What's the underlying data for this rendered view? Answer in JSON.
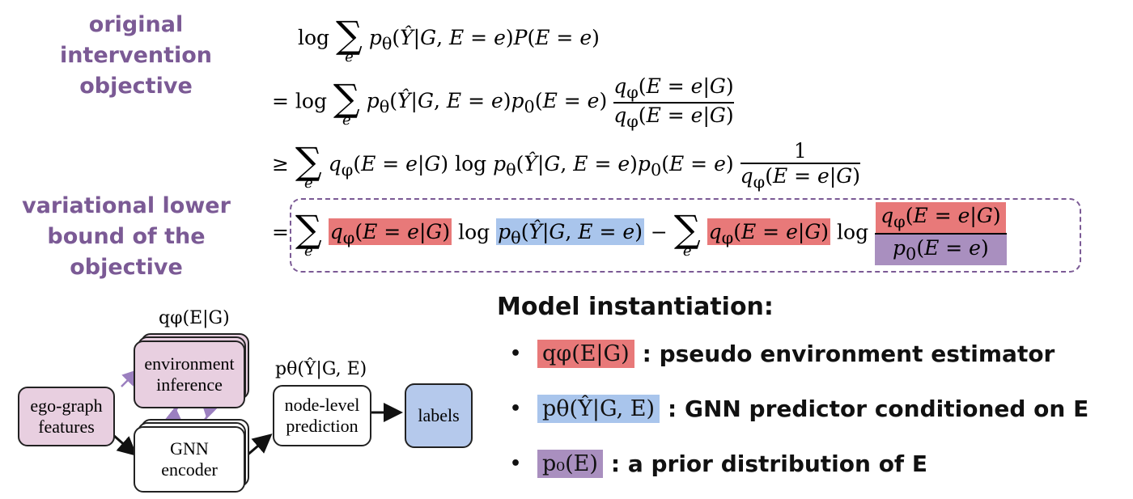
{
  "headings": {
    "original": [
      "original intervention",
      "objective"
    ],
    "lower_bound": [
      "variational lower",
      "bound of the",
      "objective"
    ]
  },
  "equations": {
    "line1": "log Σₑ p_θ(Ŷ|G, E = e)P(E = e)",
    "line2": "= log Σₑ p_θ(Ŷ|G, E = e)p₀(E = e) · q_φ(E = e|G) / q_φ(E = e|G)",
    "line3": "≥ Σₑ q_φ(E = e|G) log p_θ(Ŷ|G, E = e)p₀(E = e) · 1 / q_φ(E = e|G)",
    "line4": "= Σₑ q_φ(E = e|G) log p_θ(Ŷ|G, E = e) − Σₑ q_φ(E = e|G) log q_φ(E = e|G) / p₀(E = e)"
  },
  "diagram": {
    "q_label": "qφ(E|G)",
    "p_label": "pθ(Ŷ|G, E)",
    "nodes": {
      "ego": [
        "ego-graph",
        "features"
      ],
      "env": [
        "environment",
        "inference"
      ],
      "gnn": [
        "GNN",
        "encoder"
      ],
      "pred": [
        "node-level",
        "prediction"
      ],
      "labels": "labels"
    }
  },
  "model": {
    "title": "Model instantiation:",
    "items": [
      {
        "math": "qφ(E|G)",
        "text": ": pseudo environment estimator",
        "color": "#e87979"
      },
      {
        "math": "pθ(Ŷ|G, E)",
        "text": ": GNN predictor conditioned on E",
        "color": "#a9c5ec"
      },
      {
        "math": "p₀(E)",
        "text": ": a prior distribution of E",
        "color": "#a98fbf"
      }
    ]
  },
  "colors": {
    "heading": "#7b5a95",
    "red": "#e87979",
    "blue": "#a9c5ec",
    "purple": "#a98fbf",
    "node_pink": "#e8cfe0",
    "node_blue": "#b5c9ec"
  }
}
